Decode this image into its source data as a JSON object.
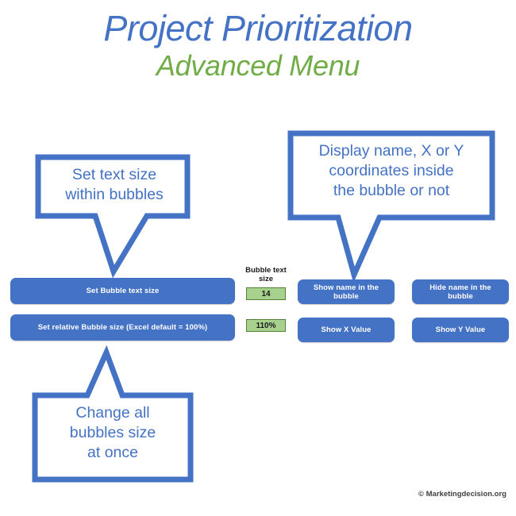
{
  "header": {
    "title": "Project Prioritization",
    "subtitle": "Advanced Menu",
    "title_color": "#4472C4",
    "subtitle_color": "#70AD47"
  },
  "callouts": {
    "text_size": {
      "name": "callout-set-text-size",
      "text": "Set text size\nwithin bubbles"
    },
    "display_name": {
      "name": "callout-display-name",
      "text": "Display name, X or Y\ncoordinates inside\nthe bubble or not"
    },
    "bubble_size": {
      "name": "callout-change-bubble-size",
      "text": "Change all\nbubbles size\nat once"
    }
  },
  "controls": {
    "accent_color": "#4472C4",
    "cell_fill_color": "#A9D18E",
    "cell_border_color": "#548235",
    "buttons": [
      {
        "id": "set-bubble-text-size",
        "label": "Set Bubble text size"
      },
      {
        "id": "set-relative-bubble-size",
        "label": "Set relative Bubble size (Excel default = 100%)"
      },
      {
        "id": "show-name-in-the-bubble",
        "label": "Show name in the bubble"
      },
      {
        "id": "hide-name-in-the-bubble",
        "label": "Hide name in the bubble"
      },
      {
        "id": "show-x-value",
        "label": "Show X Value"
      },
      {
        "id": "show-y-value",
        "label": "Show Y Value"
      }
    ],
    "cells": [
      {
        "id": "bubble-text-size",
        "label": "Bubble text\nsize",
        "value": "14"
      },
      {
        "id": "relative-bubble-size",
        "label": "",
        "value": "110%"
      }
    ]
  },
  "footer": {
    "credit": "© Marketingdecision.org"
  }
}
